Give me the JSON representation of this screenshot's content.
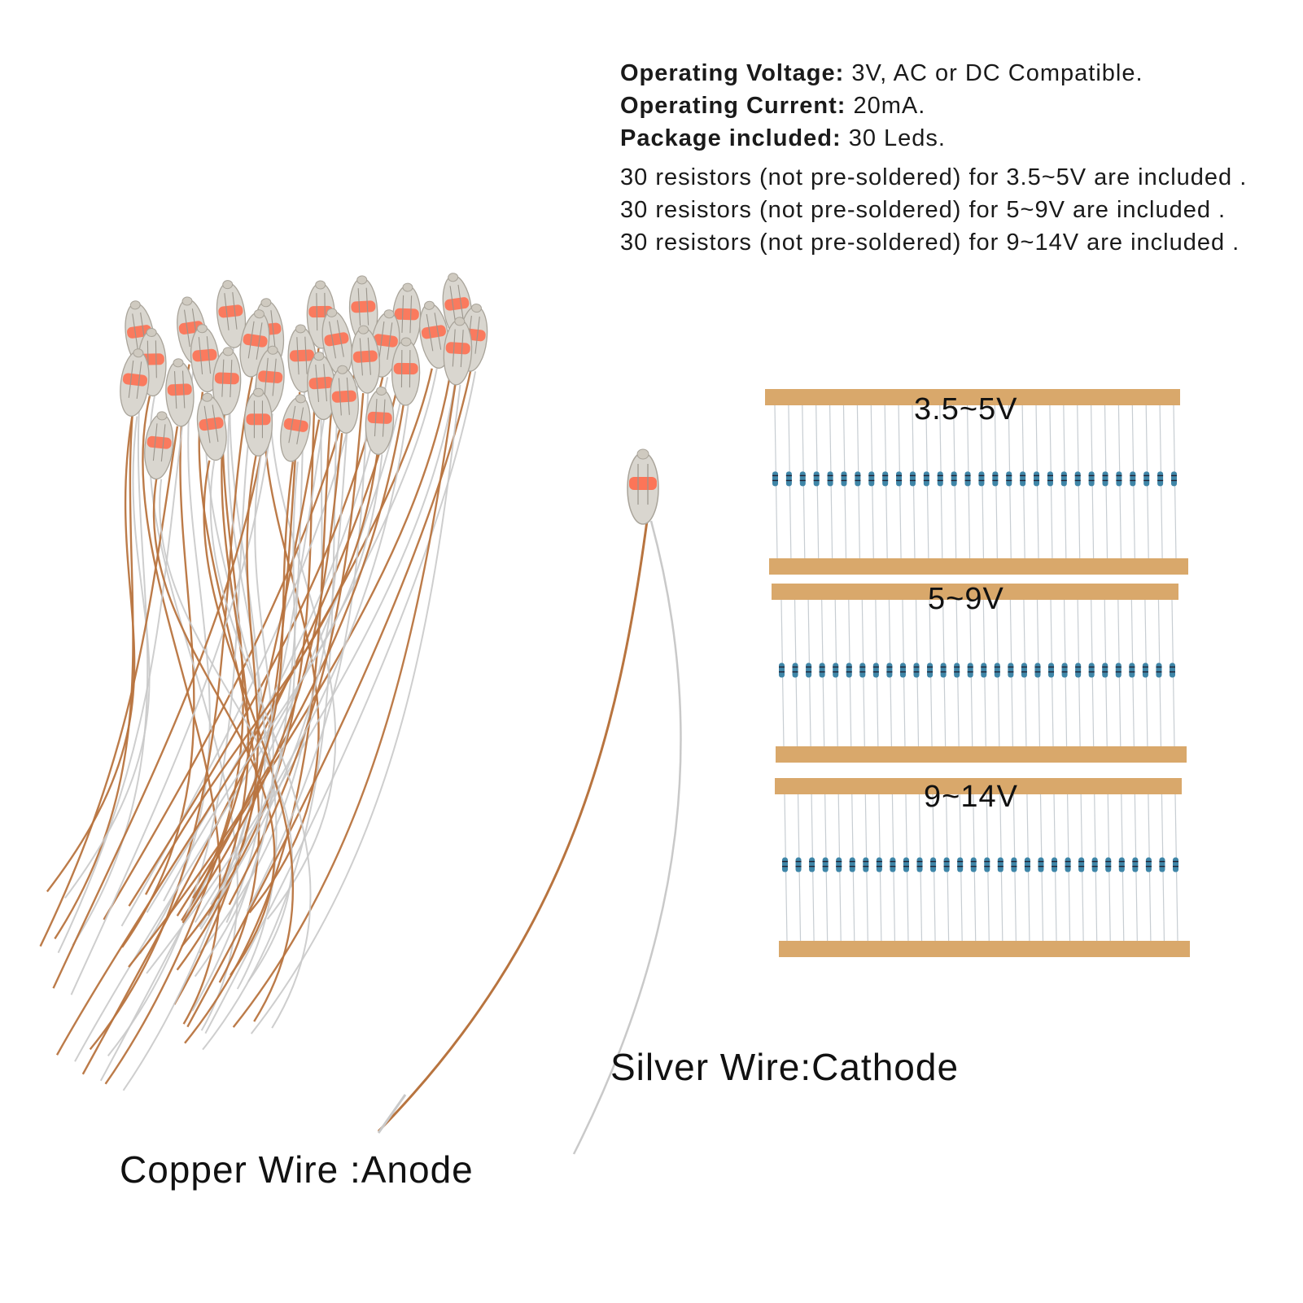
{
  "specs": {
    "voltage_label": "Operating Voltage:",
    "voltage_value": "3V, AC or DC Compatible.",
    "current_label": "Operating Current:",
    "current_value": "20mA.",
    "package_label": "Package included:",
    "package_value": "30 Leds.",
    "resistor_lines": [
      "30 resistors (not pre-soldered) for 3.5~5V are included .",
      "30 resistors (not pre-soldered) for 5~9V are included .",
      "30 resistors (not pre-soldered) for 9~14V are included ."
    ]
  },
  "resistor_strips": [
    {
      "label": "3.5~5V",
      "count": 30
    },
    {
      "label": "5~9V",
      "count": 30
    },
    {
      "label": "9~14V",
      "count": 30
    }
  ],
  "wire_labels": {
    "silver": "Silver Wire:Cathode",
    "copper": "Copper Wire :Anode"
  },
  "led_count": 30,
  "colors": {
    "copper_wire": "#b8743f",
    "silver_wire": "#c9c9c9",
    "led_body": "#d9d6cf",
    "led_glow": "#ff6a4a",
    "tape": "#d9a86b",
    "resistor_body": "#3f86a8"
  }
}
